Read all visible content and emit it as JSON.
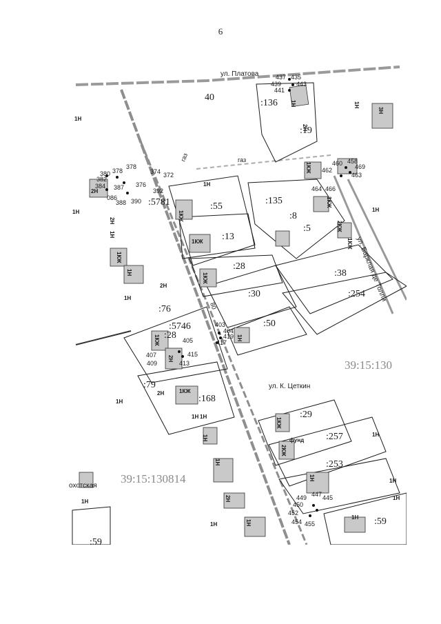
{
  "page": {
    "number": "6"
  },
  "map": {
    "streets": [
      {
        "id": "platova",
        "label": "ул. Платова"
      },
      {
        "id": "tsetkin",
        "label": "ул. К. Цеткин"
      },
      {
        "id": "barklay",
        "label": "ул. Барклая де Толли"
      },
      {
        "id": "partial",
        "label": "охотская"
      }
    ],
    "quarters": [
      {
        "id": "q1",
        "label": "39:15:130"
      },
      {
        "id": "q2",
        "label": "39:15:130814"
      }
    ],
    "parcels": [
      ":136",
      ":19",
      ":135",
      ":8",
      ":5",
      ":55",
      ":13",
      ":28",
      ":30",
      ":50",
      ":38",
      ":254",
      ":5746",
      ":28",
      ":79",
      ":168",
      ":29",
      ":257",
      ":253",
      ":59",
      ":5781",
      ":76",
      ":59"
    ],
    "misc_labels": [
      "40",
      "газ",
      "газ",
      "80"
    ],
    "points": [
      "437",
      "435",
      "439",
      "443",
      "441",
      "460",
      "458",
      "469",
      "462",
      "463",
      "464",
      "466",
      "380",
      "378",
      "378",
      "374",
      "382",
      "372",
      "384",
      "387",
      "376",
      "086",
      "388",
      "390",
      "392",
      "403",
      "404",
      "405",
      "407",
      "417",
      "419",
      "409",
      "415",
      "413",
      "449",
      "447",
      "445",
      "450",
      "452",
      "454",
      "455"
    ],
    "building_codes": [
      "1Н",
      "1Н",
      "1Н",
      "3Н",
      "2Н",
      "1КЖ",
      "1КЖ",
      "2КЖ",
      "1КЖ",
      "1Н",
      "1Н",
      "2Н",
      "1КЖ",
      "1КЖ",
      "1Н",
      "2Н",
      "1Н",
      "1КЖ",
      "1Н",
      "1КЖ",
      "2Н",
      "1Н",
      "1Н",
      "1КЖ",
      "2Н",
      "1КЖ",
      "2Н",
      "1Н",
      "1Н",
      "1Н",
      "1Н",
      "1КЖ",
      "1Н",
      "2КЖ",
      "фунд",
      "1Н",
      "2Н",
      "1Н",
      "1Н",
      "1Н",
      "1Н",
      "1Н",
      "1Н",
      "1Н"
    ]
  }
}
